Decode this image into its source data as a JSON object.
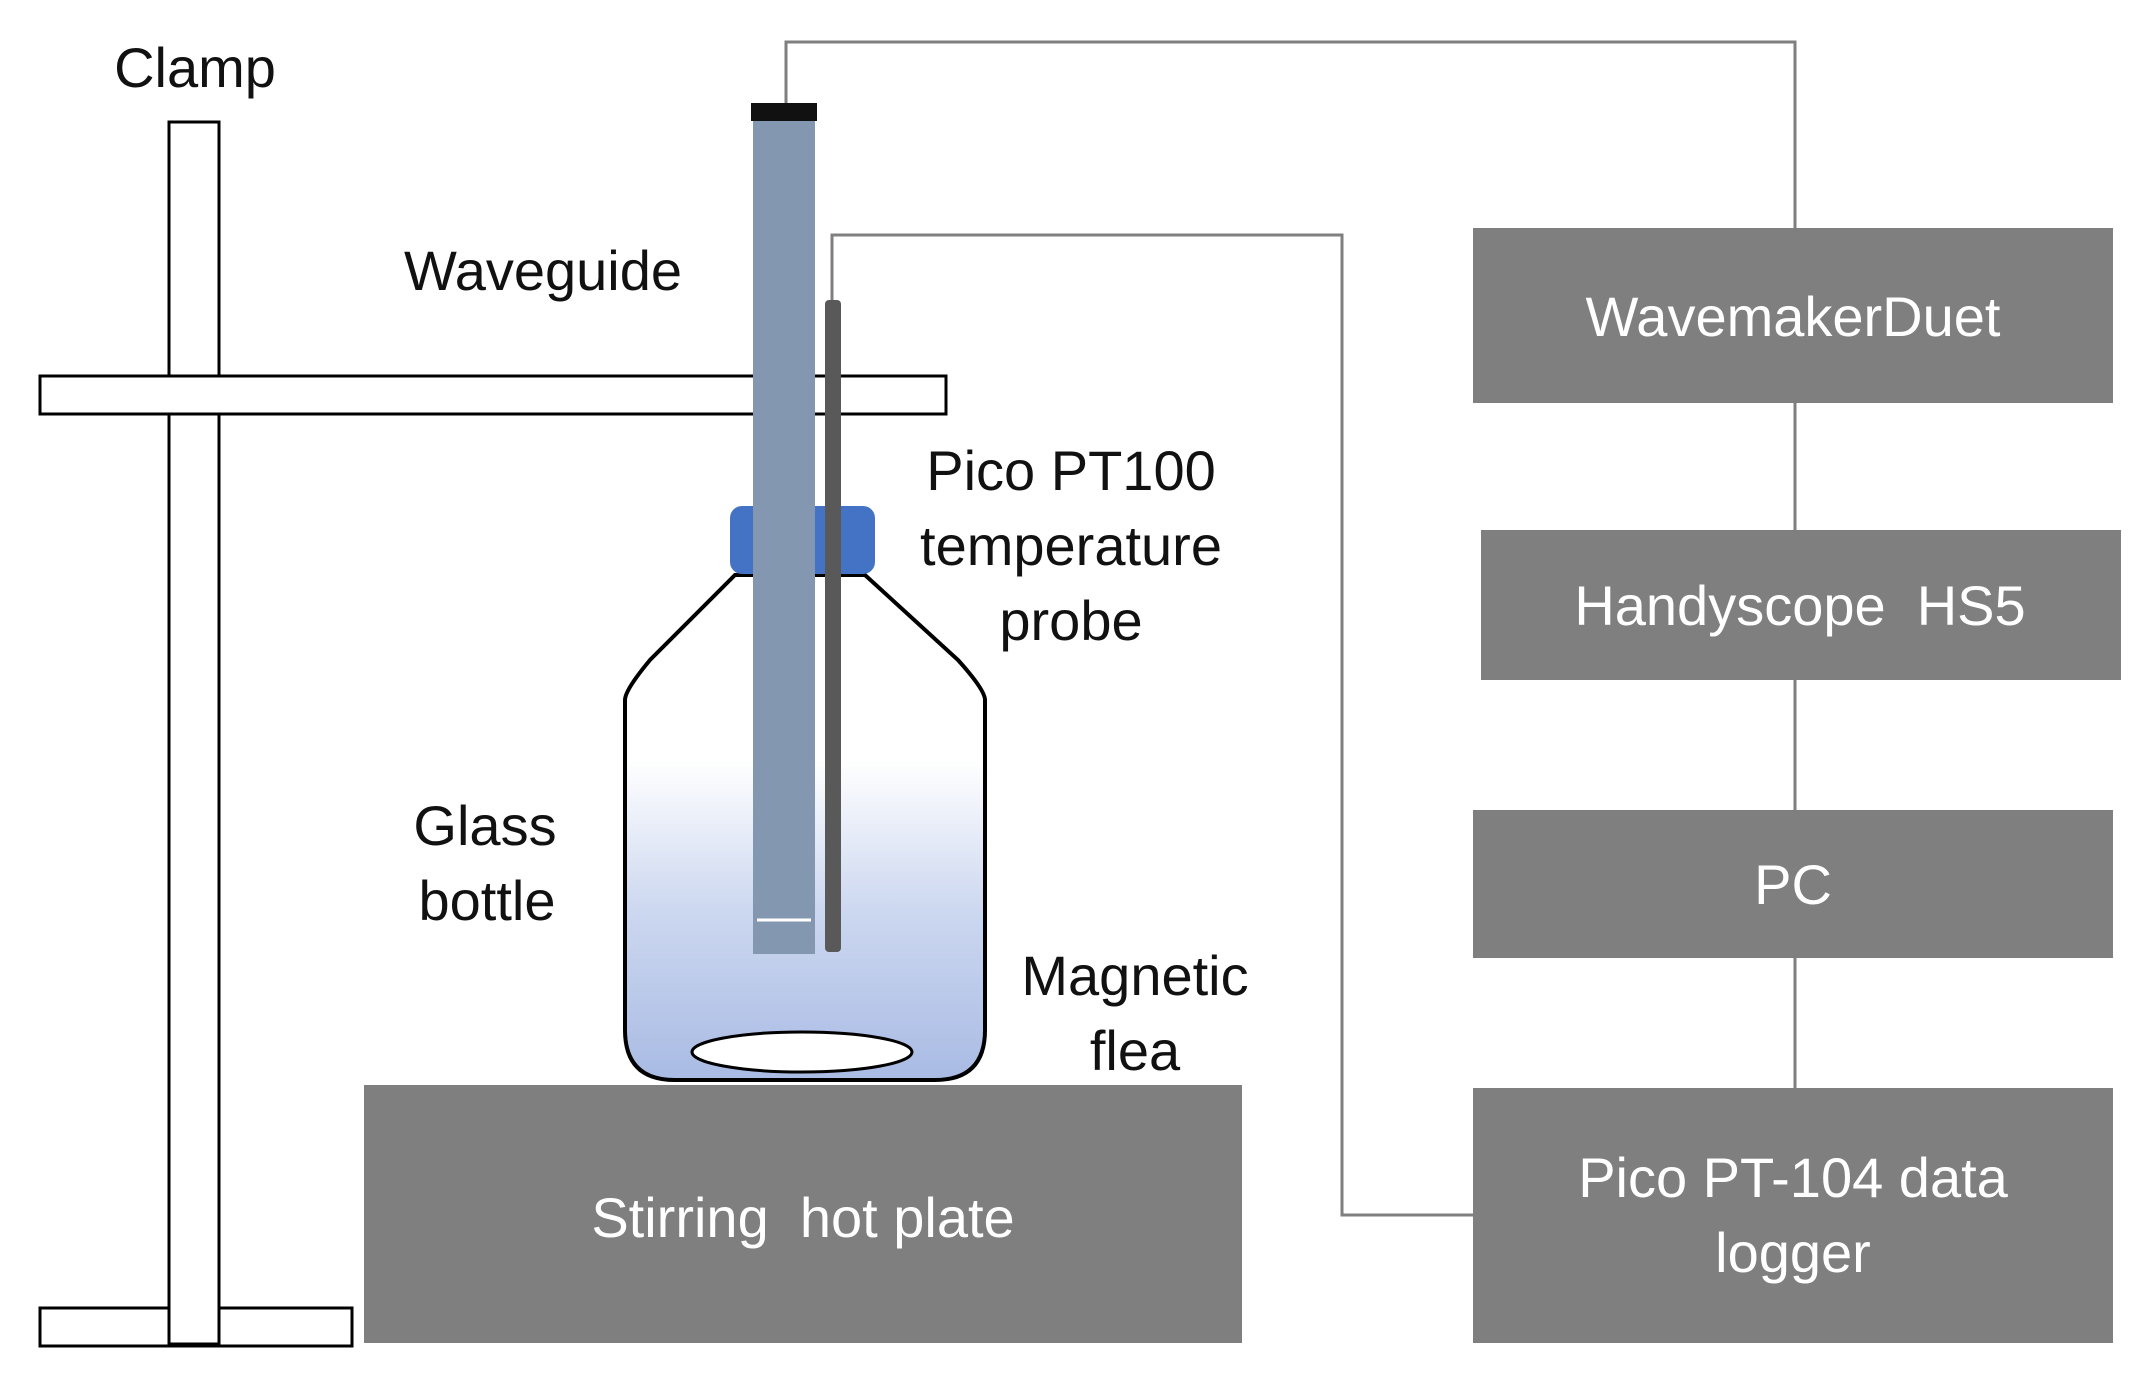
{
  "labels": {
    "clamp": "Clamp",
    "waveguide": "Waveguide",
    "probe": [
      "Pico PT100",
      "temperature",
      "probe"
    ],
    "bottle": [
      "Glass",
      "bottle"
    ],
    "flea": [
      "Magnetic",
      "flea"
    ]
  },
  "boxes": {
    "wavemaker": "WavemakerDuet",
    "handyscope": "Handyscope  HS5",
    "pc": "PC",
    "logger": [
      "Pico PT-104 data",
      "logger"
    ],
    "hotplate": "Stirring  hot plate"
  },
  "colors": {
    "box_fill": "#7f7f7f",
    "waveguide_fill": "#8497b0",
    "cap_fill": "#4472c4",
    "liquid_top": "#ffffff",
    "liquid_bottom": "#a7b9e3",
    "probe_fill": "#595959",
    "outline": "#000000",
    "wire": "#7f7f7f"
  }
}
